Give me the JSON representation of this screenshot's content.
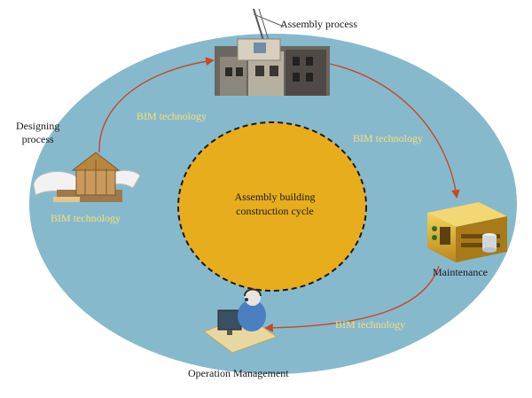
{
  "diagram": {
    "center_label_line1": "Assembly building",
    "center_label_line2": "construction cycle",
    "stages": {
      "assembly": "Assembly process",
      "designing_line1": "Designing",
      "designing_line2": "process",
      "maintenance": "Maintenance",
      "operation": "Operation Management"
    },
    "bim_labels": {
      "top_left": "BIM technology",
      "top_right": "BIM technology",
      "left": "BIM technology",
      "bottom_right": "BIM technology"
    }
  },
  "colors": {
    "outer_ellipse": "#87b9cc",
    "inner_circle": "#e7ad1d",
    "bim_text": "#f3e07a",
    "arrow": "#c8462a"
  },
  "icons": [
    "building-assembly-icon",
    "house-design-icon",
    "server-icon",
    "operator-workstation-icon"
  ]
}
